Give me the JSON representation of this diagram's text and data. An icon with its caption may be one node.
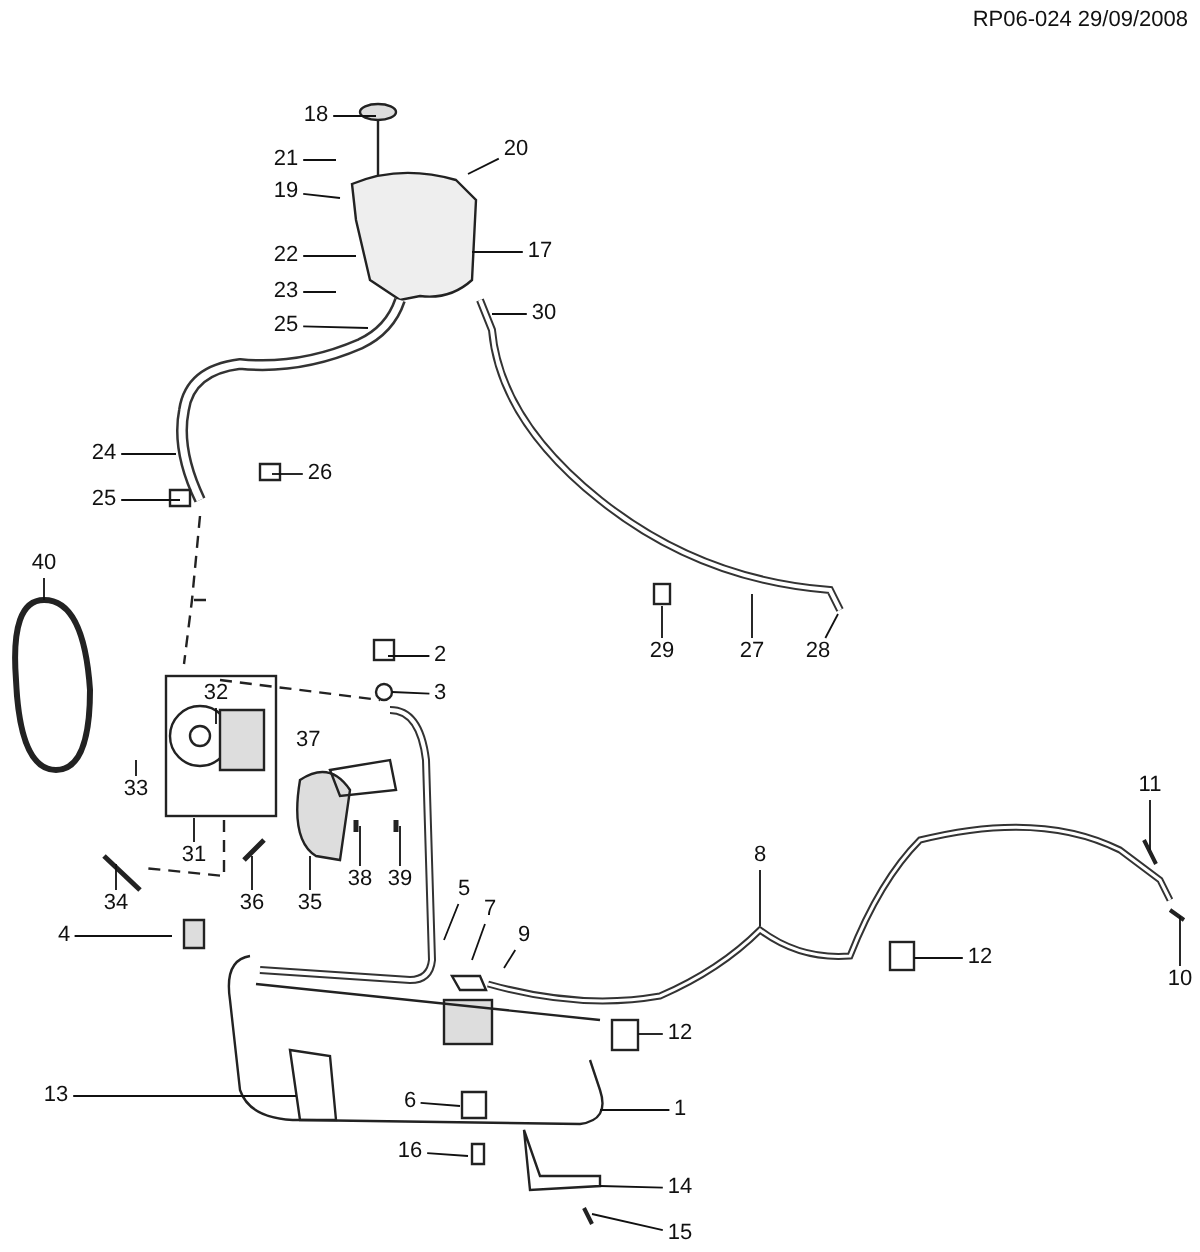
{
  "diagram": {
    "nodes": [
      {
        "text": [
          "18"
        ]
      },
      {
        "text": [
          "20"
        ]
      },
      {
        "text": [
          "21"
        ]
      },
      {
        "text": [
          "19"
        ]
      },
      {
        "text": [
          "22"
        ]
      },
      {
        "text": [
          "17"
        ]
      },
      {
        "text": [
          "23"
        ]
      },
      {
        "text": [
          "25"
        ]
      },
      {
        "text": [
          "30"
        ]
      },
      {
        "text": [
          "24"
        ]
      },
      {
        "text": [
          "26"
        ]
      },
      {
        "text": [
          "25"
        ]
      },
      {
        "text": [
          "40"
        ]
      },
      {
        "text": [
          "29"
        ]
      },
      {
        "text": [
          "27"
        ]
      },
      {
        "text": [
          "28"
        ]
      },
      {
        "text": [
          "2"
        ]
      },
      {
        "text": [
          "3"
        ]
      },
      {
        "text": [
          "32"
        ]
      },
      {
        "text": [
          "33"
        ]
      },
      {
        "text": [
          "11"
        ]
      },
      {
        "text": [
          "8"
        ]
      },
      {
        "text": [
          "31"
        ]
      },
      {
        "text": [
          "38"
        ]
      },
      {
        "text": [
          "39"
        ]
      },
      {
        "text": [
          "5"
        ]
      },
      {
        "text": [
          "34"
        ]
      },
      {
        "text": [
          "36"
        ]
      },
      {
        "text": [
          "35"
        ]
      },
      {
        "text": [
          "7"
        ]
      },
      {
        "text": [
          "4"
        ]
      },
      {
        "text": [
          "9"
        ]
      },
      {
        "text": [
          "12"
        ]
      },
      {
        "text": [
          "10"
        ]
      },
      {
        "text": [
          "12"
        ]
      },
      {
        "text": [
          "13"
        ]
      },
      {
        "text": [
          "1"
        ]
      },
      {
        "text": [
          "6"
        ]
      },
      {
        "text": [
          "16"
        ]
      },
      {
        "text": [
          "14"
        ]
      },
      {
        "text": [
          "15"
        ]
      }
    ],
    "edges": [
      {
        "from": 0,
        "to": null,
        "arrow": "none"
      },
      {
        "from": 1,
        "to": null,
        "arrow": "none"
      },
      {
        "from": 2,
        "to": null,
        "arrow": "none"
      },
      {
        "from": 3,
        "to": null,
        "arrow": "none"
      },
      {
        "from": 4,
        "to": null,
        "arrow": "none"
      },
      {
        "from": 5,
        "to": null,
        "arrow": "none"
      },
      {
        "from": 6,
        "to": null,
        "arrow": "none"
      },
      {
        "from": 7,
        "to": null,
        "arrow": "none"
      },
      {
        "from": 8,
        "to": null,
        "arrow": "none"
      },
      {
        "from": 9,
        "to": null,
        "arrow": "none"
      },
      {
        "from": 10,
        "to": null,
        "arrow": "none"
      },
      {
        "from": 11,
        "to": null,
        "arrow": "none"
      },
      {
        "from": 12,
        "to": null,
        "arrow": "none"
      },
      {
        "from": 13,
        "to": null,
        "arrow": "none"
      },
      {
        "from": 14,
        "to": null,
        "arrow": "none"
      },
      {
        "from": 15,
        "to": null,
        "arrow": "none"
      },
      {
        "from": 16,
        "to": null,
        "arrow": "none"
      },
      {
        "from": 17,
        "to": null,
        "arrow": "none"
      },
      {
        "from": 18,
        "to": null,
        "arrow": "none"
      },
      {
        "from": 19,
        "to": null,
        "arrow": "none"
      },
      {
        "from": 20,
        "to": null,
        "arrow": "none"
      },
      {
        "from": 21,
        "to": null,
        "arrow": "none"
      },
      {
        "from": 22,
        "to": null,
        "arrow": "none"
      },
      {
        "from": 23,
        "to": null,
        "arrow": "none"
      },
      {
        "from": 24,
        "to": null,
        "arrow": "none"
      },
      {
        "from": 25,
        "to": null,
        "arrow": "none"
      },
      {
        "from": 26,
        "to": null,
        "arrow": "none"
      },
      {
        "from": 27,
        "to": null,
        "arrow": "none"
      },
      {
        "from": 28,
        "to": null,
        "arrow": "none"
      },
      {
        "from": 29,
        "to": null,
        "arrow": "none"
      },
      {
        "from": 30,
        "to": null,
        "arrow": "none"
      },
      {
        "from": 31,
        "to": null,
        "arrow": "none"
      },
      {
        "from": 32,
        "to": null,
        "arrow": "none"
      },
      {
        "from": 33,
        "to": null,
        "arrow": "none"
      },
      {
        "from": 34,
        "to": null,
        "arrow": "none"
      },
      {
        "from": 35,
        "to": null,
        "arrow": "none"
      },
      {
        "from": 36,
        "to": null,
        "arrow": "none"
      },
      {
        "from": 37,
        "to": null,
        "arrow": "none"
      },
      {
        "from": 38,
        "to": null,
        "arrow": "none"
      },
      {
        "from": 39,
        "to": null,
        "arrow": "none"
      },
      {
        "from": 40,
        "to": null,
        "arrow": "none"
      }
    ],
    "labels": [
      "RP06-024 29/09/2008",
      "37"
    ]
  }
}
